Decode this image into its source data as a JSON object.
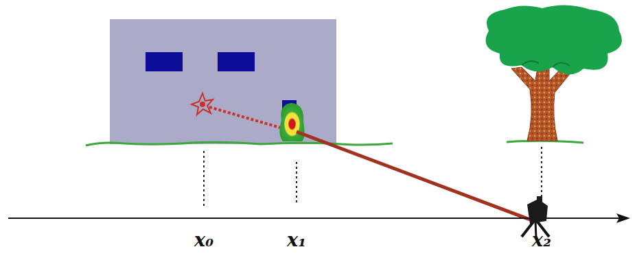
{
  "diagram": {
    "labels": [
      "x₀",
      "x₁",
      "x₂"
    ]
  }
}
